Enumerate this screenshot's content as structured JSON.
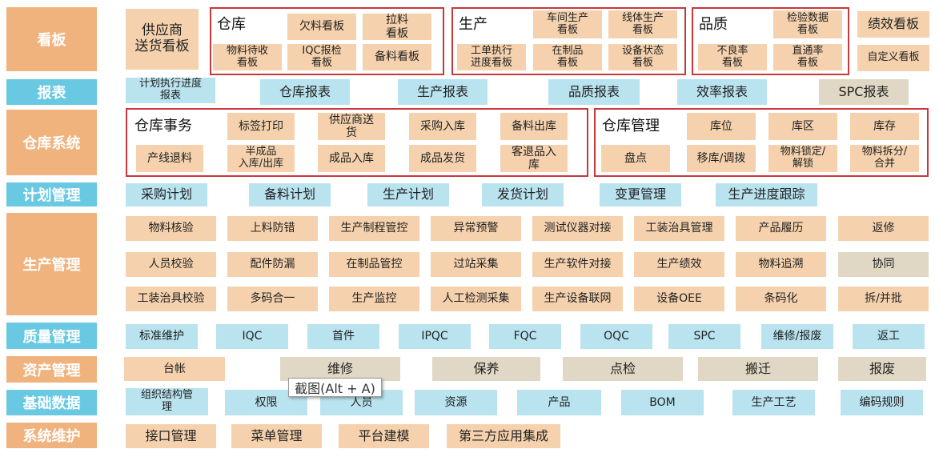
{
  "categories": {
    "kanban": "看板",
    "reports": "报表",
    "warehouse_system": "仓库系统",
    "plan_mgmt": "计划管理",
    "production_mgmt": "生产管理",
    "quality_mgmt": "质量管理",
    "asset_mgmt": "资产管理",
    "base_data": "基础数据",
    "sys_maint": "系统维护"
  },
  "kanban": {
    "supplier": "供应商\n送货看板",
    "warehouse": {
      "title": "仓库",
      "items": [
        "欠料看板",
        "拉料\n看板",
        "物料待收\n看板",
        "IQC报检\n看板",
        "备料看板"
      ]
    },
    "production": {
      "title": "生产",
      "items": [
        "车间生产\n看板",
        "线体生产\n看板",
        "工单执行\n进度看板",
        "在制品\n看板",
        "设备状态\n看板"
      ]
    },
    "quality": {
      "title": "品质",
      "items": [
        "检验数据\n看板",
        "不良率\n看板",
        "直通率\n看板"
      ]
    },
    "performance": "绩效看板",
    "custom": "自定义看板"
  },
  "reports": [
    "计划执行进度\n报表",
    "仓库报表",
    "生产报表",
    "品质报表",
    "效率报表",
    "SPC报表"
  ],
  "warehouse_system": {
    "affairs": {
      "title": "仓库事务",
      "items": [
        "标签打印",
        "供应商送\n货",
        "采购入库",
        "备料出库",
        "产线退料",
        "半成品\n入库/出库",
        "成品入库",
        "成品发货",
        "客退品入\n库"
      ]
    },
    "management": {
      "title": "仓库管理",
      "items": [
        "库位",
        "库区",
        "库存",
        "盘点",
        "移库/调拨",
        "物料锁定/\n解锁",
        "物料拆分/\n合并"
      ]
    }
  },
  "plan_mgmt": [
    "采购计划",
    "备料计划",
    "生产计划",
    "发货计划",
    "变更管理",
    "生产进度跟踪"
  ],
  "production_mgmt": [
    [
      "物料核验",
      "上料防错",
      "生产制程管控",
      "异常预警",
      "测试仪器对接",
      "工装治具管理",
      "产品履历",
      "返修"
    ],
    [
      "人员校验",
      "配件防漏",
      "在制品管控",
      "过站采集",
      "生产软件对接",
      "生产绩效",
      "物料追溯",
      "协同"
    ],
    [
      "工装治具校验",
      "多码合一",
      "生产监控",
      "人工检测采集",
      "生产设备联网",
      "设备OEE",
      "条码化",
      "拆/并批"
    ]
  ],
  "quality_mgmt": [
    "标准维护",
    "IQC",
    "首件",
    "IPQC",
    "FQC",
    "OQC",
    "SPC",
    "维修/报废",
    "返工"
  ],
  "asset_mgmt": [
    "台帐",
    "维修",
    "保养",
    "点检",
    "搬迁",
    "报废"
  ],
  "base_data": [
    "组织结构管\n理",
    "权限",
    "人员",
    "资源",
    "产品",
    "BOM",
    "生产工艺",
    "编码规则"
  ],
  "sys_maint": [
    "接口管理",
    "菜单管理",
    "平台建模",
    "第三方应用集成"
  ],
  "tooltip": "截图(Alt + A)",
  "colors": {
    "category_orange": "#f0b37e",
    "category_blue": "#69c9e2",
    "box_orange": "#f5d2ad",
    "box_blue": "#b9e3ef",
    "box_gray": "#e0d8c4",
    "group_border": "#c9373b"
  }
}
